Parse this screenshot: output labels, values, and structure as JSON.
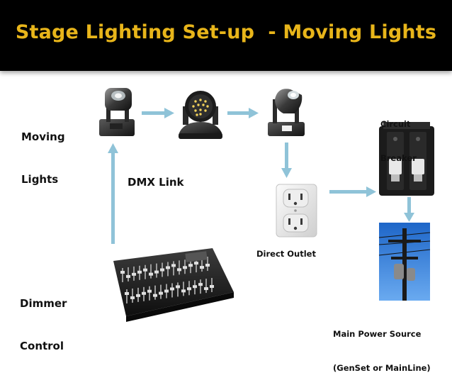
{
  "slide": {
    "title": "Stage Lighting Set-up  - Moving Lights",
    "accent_color": "#e8b51a",
    "arrow_color": "#8fc3d8"
  },
  "labels": {
    "moving_lights": [
      "Moving",
      "Lights"
    ],
    "dimmer_control": [
      "Dimmer",
      "Control"
    ],
    "dmx_link": "DMX Link",
    "circuit_breaker": [
      "Circuit",
      "Breaker"
    ],
    "direct_outlet": "Direct Outlet",
    "main_power_source": [
      "Main Power Source",
      "(GenSet or MainLine)"
    ]
  },
  "icons": {
    "moving_head_1": "moving-head-light-icon",
    "moving_head_2": "led-moving-head-icon",
    "moving_head_3": "moving-head-beam-icon",
    "outlet": "wall-outlet-icon",
    "breaker": "circuit-breaker-icon",
    "power": "utility-pole-icon",
    "console": "dimmer-console-icon"
  }
}
